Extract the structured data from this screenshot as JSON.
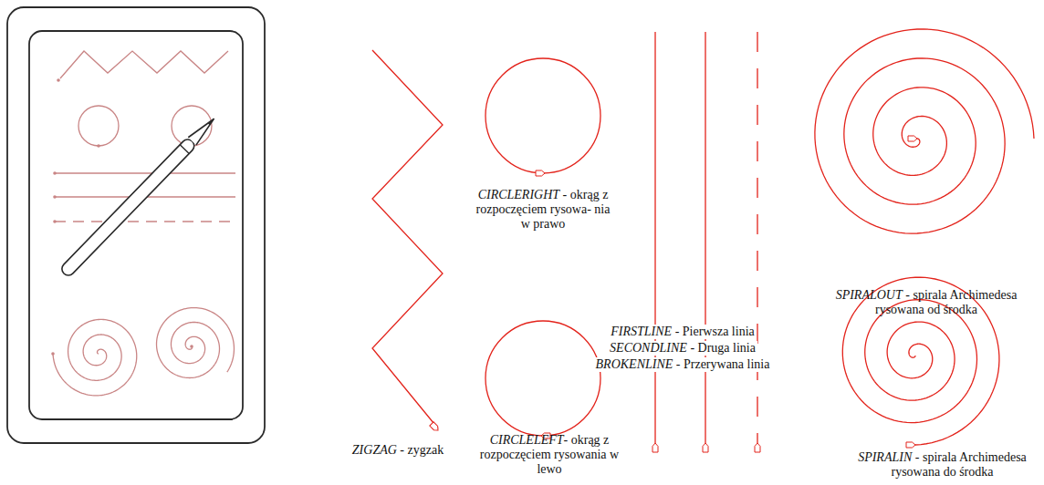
{
  "diagram": {
    "labels": [
      "CIRCLERIGHT",
      "- okrąg z rozpoczęciem rysowa- nia w prawo",
      "FIRSTLINE",
      "- Pierwsza linia",
      "SECONDLINE",
      "- Druga linia",
      "BROKENLINE",
      "- Przerywana linia",
      "SPIRALOUT",
      "- spirala Archimedesa rysowana od środka",
      "ZIGZAG",
      "- zygzak",
      "CIRCLELEFT",
      "- okrąg z rozpoczęciem rysowania w lewo",
      "SPIRALIN",
      "- spirala Archimedesa rysowana do środka"
    ]
  }
}
